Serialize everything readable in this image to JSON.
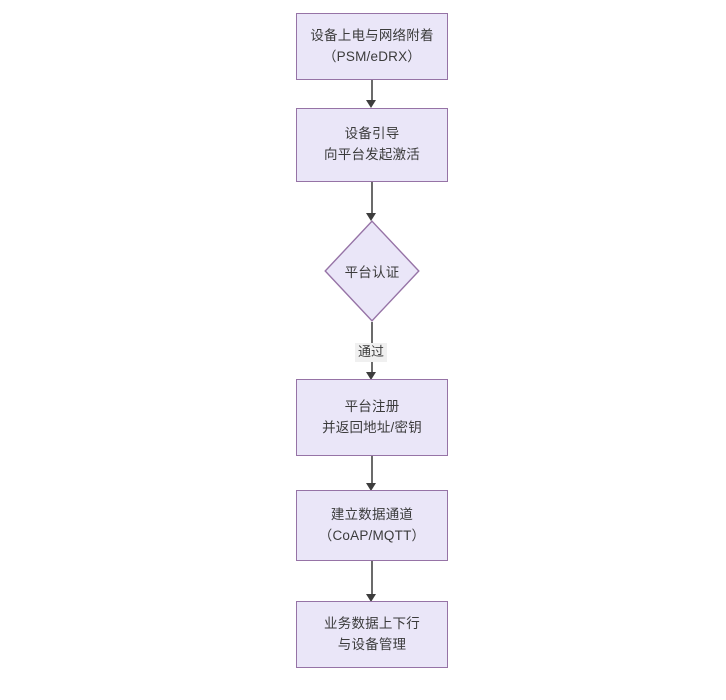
{
  "diagram": {
    "type": "flowchart",
    "orientation": "top-to-bottom",
    "background_color": "#ffffff",
    "node_fill_color": "#eae6f8",
    "node_border_color": "#9673a6",
    "node_text_color": "#3b3b3b",
    "connector_color": "#6b6b6b",
    "arrowhead_color": "#3d3d3d",
    "edge_label_background": "#f0f0f0",
    "nodes": [
      {
        "id": "power",
        "shape": "rectangle",
        "line1": "设备上电与网络附着",
        "line2": "（PSM/eDRX）"
      },
      {
        "id": "bootstrap",
        "shape": "rectangle",
        "line1": "设备引导",
        "line2": "向平台发起激活"
      },
      {
        "id": "auth",
        "shape": "diamond",
        "line1": "平台认证"
      },
      {
        "id": "register",
        "shape": "rectangle",
        "line1": "平台注册",
        "line2": "并返回地址/密钥"
      },
      {
        "id": "channel",
        "shape": "rectangle",
        "line1": "建立数据通道",
        "line2": "（CoAP/MQTT）"
      },
      {
        "id": "business",
        "shape": "rectangle",
        "line1": "业务数据上下行",
        "line2": "与设备管理"
      }
    ],
    "edges": [
      {
        "id": "e1",
        "from": "power",
        "to": "bootstrap",
        "label": ""
      },
      {
        "id": "e2",
        "from": "bootstrap",
        "to": "auth",
        "label": ""
      },
      {
        "id": "e3",
        "from": "auth",
        "to": "register",
        "label": "通过"
      },
      {
        "id": "e4",
        "from": "register",
        "to": "channel",
        "label": ""
      },
      {
        "id": "e5",
        "from": "channel",
        "to": "business",
        "label": ""
      }
    ]
  }
}
